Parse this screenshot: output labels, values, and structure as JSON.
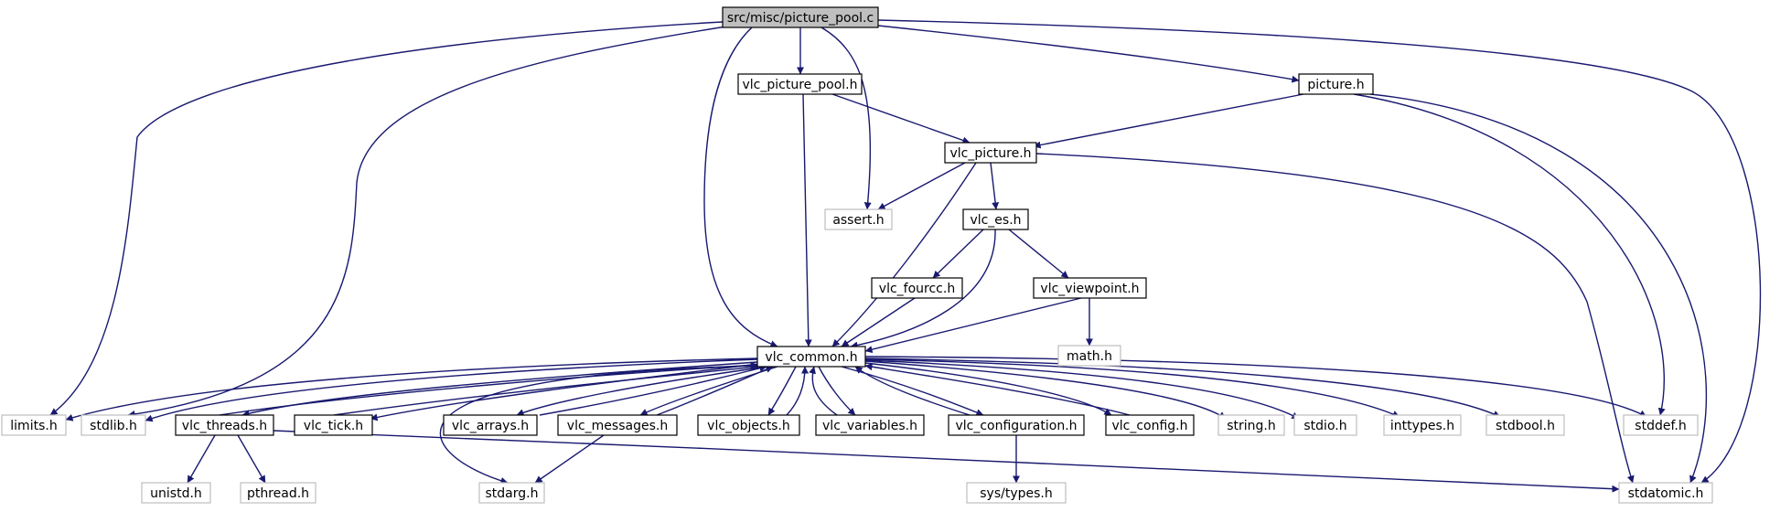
{
  "colors": {
    "edge": "#191970",
    "border_local": "#000000",
    "border_system": "#bfbfbf",
    "root_fill": "#bfbfbf",
    "text": "#000000",
    "background": "#ffffff"
  },
  "graph": {
    "root": "n_root",
    "nodes": [
      {
        "id": "n_root",
        "label": "src/misc/picture_pool.c",
        "kind": "root"
      },
      {
        "id": "n_vlc_picture_pool",
        "label": "vlc_picture_pool.h",
        "kind": "local"
      },
      {
        "id": "n_picture",
        "label": "picture.h",
        "kind": "local"
      },
      {
        "id": "n_vlc_picture",
        "label": "vlc_picture.h",
        "kind": "local"
      },
      {
        "id": "n_assert",
        "label": "assert.h",
        "kind": "system"
      },
      {
        "id": "n_vlc_es",
        "label": "vlc_es.h",
        "kind": "local"
      },
      {
        "id": "n_vlc_fourcc",
        "label": "vlc_fourcc.h",
        "kind": "local"
      },
      {
        "id": "n_vlc_viewpoint",
        "label": "vlc_viewpoint.h",
        "kind": "local"
      },
      {
        "id": "n_math",
        "label": "math.h",
        "kind": "system"
      },
      {
        "id": "n_vlc_common",
        "label": "vlc_common.h",
        "kind": "local"
      },
      {
        "id": "n_limits",
        "label": "limits.h",
        "kind": "system"
      },
      {
        "id": "n_stdlib",
        "label": "stdlib.h",
        "kind": "system"
      },
      {
        "id": "n_vlc_threads",
        "label": "vlc_threads.h",
        "kind": "local"
      },
      {
        "id": "n_vlc_tick",
        "label": "vlc_tick.h",
        "kind": "local"
      },
      {
        "id": "n_vlc_arrays",
        "label": "vlc_arrays.h",
        "kind": "local"
      },
      {
        "id": "n_vlc_messages",
        "label": "vlc_messages.h",
        "kind": "local"
      },
      {
        "id": "n_vlc_objects",
        "label": "vlc_objects.h",
        "kind": "local"
      },
      {
        "id": "n_vlc_variables",
        "label": "vlc_variables.h",
        "kind": "local"
      },
      {
        "id": "n_vlc_configuration",
        "label": "vlc_configuration.h",
        "kind": "local"
      },
      {
        "id": "n_vlc_config",
        "label": "vlc_config.h",
        "kind": "local"
      },
      {
        "id": "n_string",
        "label": "string.h",
        "kind": "system"
      },
      {
        "id": "n_stdio",
        "label": "stdio.h",
        "kind": "system"
      },
      {
        "id": "n_inttypes",
        "label": "inttypes.h",
        "kind": "system"
      },
      {
        "id": "n_stdbool",
        "label": "stdbool.h",
        "kind": "system"
      },
      {
        "id": "n_stddef",
        "label": "stddef.h",
        "kind": "system"
      },
      {
        "id": "n_unistd",
        "label": "unistd.h",
        "kind": "system"
      },
      {
        "id": "n_pthread",
        "label": "pthread.h",
        "kind": "system"
      },
      {
        "id": "n_stdarg",
        "label": "stdarg.h",
        "kind": "system"
      },
      {
        "id": "n_sys_types",
        "label": "sys/types.h",
        "kind": "system"
      },
      {
        "id": "n_stdatomic",
        "label": "stdatomic.h",
        "kind": "system"
      }
    ],
    "edges": [
      {
        "from": "n_root",
        "to": "n_vlc_picture_pool"
      },
      {
        "from": "n_root",
        "to": "n_picture"
      },
      {
        "from": "n_root",
        "to": "n_assert"
      },
      {
        "from": "n_root",
        "to": "n_vlc_common"
      },
      {
        "from": "n_root",
        "to": "n_limits"
      },
      {
        "from": "n_root",
        "to": "n_stdlib"
      },
      {
        "from": "n_root",
        "to": "n_stdatomic"
      },
      {
        "from": "n_vlc_picture_pool",
        "to": "n_vlc_picture"
      },
      {
        "from": "n_vlc_picture_pool",
        "to": "n_vlc_common"
      },
      {
        "from": "n_picture",
        "to": "n_vlc_picture"
      },
      {
        "from": "n_picture",
        "to": "n_stddef"
      },
      {
        "from": "n_picture",
        "to": "n_stdatomic"
      },
      {
        "from": "n_vlc_picture",
        "to": "n_assert"
      },
      {
        "from": "n_vlc_picture",
        "to": "n_vlc_es"
      },
      {
        "from": "n_vlc_picture",
        "to": "n_vlc_common"
      },
      {
        "from": "n_vlc_picture",
        "to": "n_stdatomic"
      },
      {
        "from": "n_vlc_es",
        "to": "n_vlc_fourcc"
      },
      {
        "from": "n_vlc_es",
        "to": "n_vlc_viewpoint"
      },
      {
        "from": "n_vlc_es",
        "to": "n_vlc_common"
      },
      {
        "from": "n_vlc_fourcc",
        "to": "n_vlc_common"
      },
      {
        "from": "n_vlc_viewpoint",
        "to": "n_vlc_common"
      },
      {
        "from": "n_vlc_viewpoint",
        "to": "n_math"
      },
      {
        "from": "n_vlc_common",
        "to": "n_limits"
      },
      {
        "from": "n_vlc_common",
        "to": "n_stdlib"
      },
      {
        "from": "n_vlc_common",
        "to": "n_vlc_threads"
      },
      {
        "from": "n_vlc_common",
        "to": "n_vlc_tick"
      },
      {
        "from": "n_vlc_common",
        "to": "n_stdarg"
      },
      {
        "from": "n_vlc_common",
        "to": "n_vlc_arrays"
      },
      {
        "from": "n_vlc_common",
        "to": "n_vlc_messages"
      },
      {
        "from": "n_vlc_common",
        "to": "n_vlc_objects"
      },
      {
        "from": "n_vlc_common",
        "to": "n_vlc_variables"
      },
      {
        "from": "n_vlc_common",
        "to": "n_vlc_configuration"
      },
      {
        "from": "n_vlc_common",
        "to": "n_vlc_config"
      },
      {
        "from": "n_vlc_common",
        "to": "n_string"
      },
      {
        "from": "n_vlc_common",
        "to": "n_stdio"
      },
      {
        "from": "n_vlc_common",
        "to": "n_inttypes"
      },
      {
        "from": "n_vlc_common",
        "to": "n_stdbool"
      },
      {
        "from": "n_vlc_common",
        "to": "n_stddef"
      },
      {
        "from": "n_vlc_threads",
        "to": "n_vlc_common"
      },
      {
        "from": "n_vlc_threads",
        "to": "n_unistd"
      },
      {
        "from": "n_vlc_threads",
        "to": "n_pthread"
      },
      {
        "from": "n_vlc_threads",
        "to": "n_stdatomic"
      },
      {
        "from": "n_vlc_tick",
        "to": "n_vlc_common"
      },
      {
        "from": "n_vlc_arrays",
        "to": "n_vlc_common"
      },
      {
        "from": "n_vlc_messages",
        "to": "n_vlc_common"
      },
      {
        "from": "n_vlc_messages",
        "to": "n_stdarg"
      },
      {
        "from": "n_vlc_objects",
        "to": "n_vlc_common"
      },
      {
        "from": "n_vlc_variables",
        "to": "n_vlc_common"
      },
      {
        "from": "n_vlc_configuration",
        "to": "n_vlc_common"
      },
      {
        "from": "n_vlc_configuration",
        "to": "n_sys_types"
      },
      {
        "from": "n_vlc_config",
        "to": "n_vlc_common"
      }
    ]
  }
}
